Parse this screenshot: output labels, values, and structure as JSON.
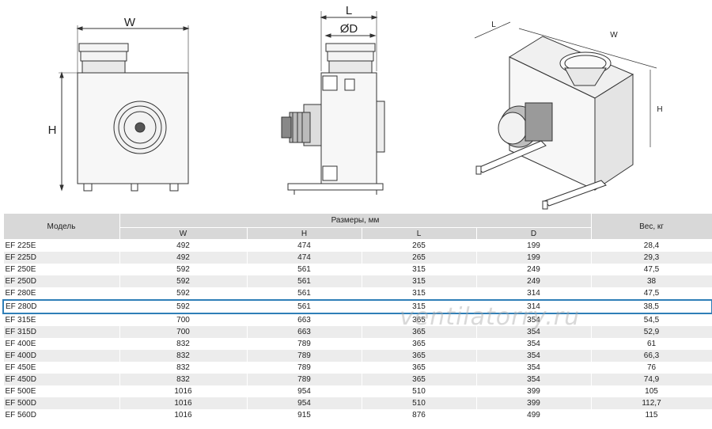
{
  "drawings": {
    "front_view": {
      "width_label": "W",
      "height_label": "H"
    },
    "side_view": {
      "length_label": "L",
      "diameter_label": "ØD"
    },
    "isometric_view": {
      "length_label": "L",
      "width_label": "W",
      "height_label": "H"
    }
  },
  "table": {
    "header": {
      "model": "Модель",
      "dimensions_group": "Размеры, мм",
      "weight": "Вес, кг",
      "dim_columns": [
        "W",
        "H",
        "L",
        "D"
      ]
    },
    "rows": [
      {
        "model": "EF 225E",
        "w": "492",
        "h": "474",
        "l": "265",
        "d": "199",
        "weight": "28,4"
      },
      {
        "model": "EF 225D",
        "w": "492",
        "h": "474",
        "l": "265",
        "d": "199",
        "weight": "29,3"
      },
      {
        "model": "EF 250E",
        "w": "592",
        "h": "561",
        "l": "315",
        "d": "249",
        "weight": "47,5"
      },
      {
        "model": "EF 250D",
        "w": "592",
        "h": "561",
        "l": "315",
        "d": "249",
        "weight": "38"
      },
      {
        "model": "EF 280E",
        "w": "592",
        "h": "561",
        "l": "315",
        "d": "314",
        "weight": "47,5"
      },
      {
        "model": "EF 280D",
        "w": "592",
        "h": "561",
        "l": "315",
        "d": "314",
        "weight": "38,5"
      },
      {
        "model": "EF 315E",
        "w": "700",
        "h": "663",
        "l": "365",
        "d": "354",
        "weight": "54,5"
      },
      {
        "model": "EF 315D",
        "w": "700",
        "h": "663",
        "l": "365",
        "d": "354",
        "weight": "52,9"
      },
      {
        "model": "EF 400E",
        "w": "832",
        "h": "789",
        "l": "365",
        "d": "354",
        "weight": "61"
      },
      {
        "model": "EF 400D",
        "w": "832",
        "h": "789",
        "l": "365",
        "d": "354",
        "weight": "66,3"
      },
      {
        "model": "EF 450E",
        "w": "832",
        "h": "789",
        "l": "365",
        "d": "354",
        "weight": "76"
      },
      {
        "model": "EF 450D",
        "w": "832",
        "h": "789",
        "l": "365",
        "d": "354",
        "weight": "74,9"
      },
      {
        "model": "EF 500E",
        "w": "1016",
        "h": "954",
        "l": "510",
        "d": "399",
        "weight": "105"
      },
      {
        "model": "EF 500D",
        "w": "1016",
        "h": "954",
        "l": "510",
        "d": "399",
        "weight": "112,7"
      },
      {
        "model": "EF 560D",
        "w": "1016",
        "h": "915",
        "l": "876",
        "d": "499",
        "weight": "115"
      }
    ],
    "highlighted_model": "EF 280D",
    "highlight_color": "#2f7fb8"
  },
  "watermark": "ventilatorry.ru"
}
